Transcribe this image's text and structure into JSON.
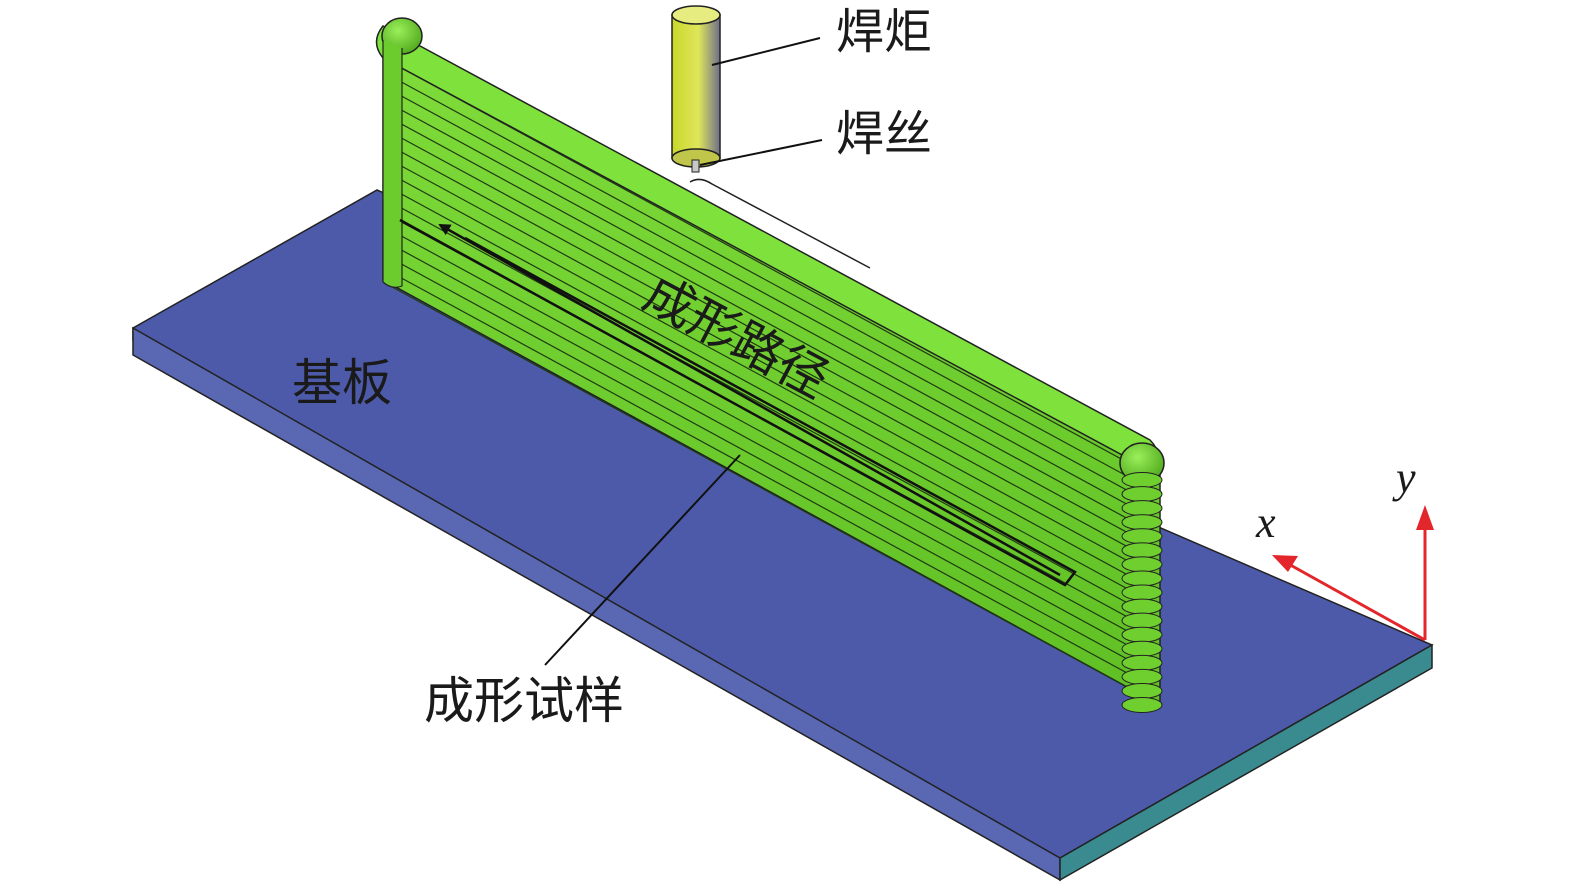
{
  "labels": {
    "torch": "焊炬",
    "wire": "焊丝",
    "substrate": "基板",
    "path": "成形路径",
    "specimen": "成形试样"
  },
  "axes": {
    "x": "x",
    "y": "y"
  },
  "colors": {
    "substrate_top": "#4c5aa9",
    "substrate_front": "#3a8b8f",
    "wall_green": "#6fcf2e",
    "torch_yellow": "#d8e04a",
    "axis_red": "#e3262b"
  },
  "layer_count": 17
}
